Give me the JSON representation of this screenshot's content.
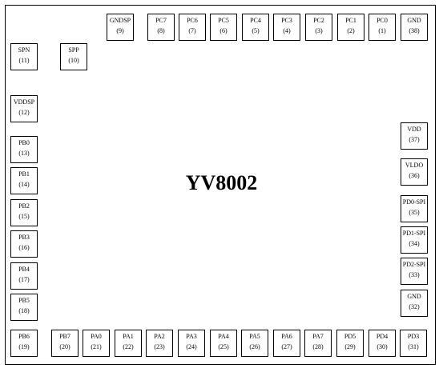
{
  "title": "YV8002",
  "pins": {
    "gndsp": {
      "name": "GNDSP",
      "num": "(9)"
    },
    "pc7": {
      "name": "PC7",
      "num": "(8)"
    },
    "pc6": {
      "name": "PC6",
      "num": "(7)"
    },
    "pc5": {
      "name": "PC5",
      "num": "(6)"
    },
    "pc4": {
      "name": "PC4",
      "num": "(5)"
    },
    "pc3": {
      "name": "PC3",
      "num": "(4)"
    },
    "pc2": {
      "name": "PC2",
      "num": "(3)"
    },
    "pc1": {
      "name": "PC1",
      "num": "(2)"
    },
    "pc0": {
      "name": "PC0",
      "num": "(1)"
    },
    "gnd38": {
      "name": "GND",
      "num": "(38)"
    },
    "spn": {
      "name": "SPN",
      "num": "(11)"
    },
    "spp": {
      "name": "SPP",
      "num": "(10)"
    },
    "vddsp": {
      "name": "VDDSP",
      "num": "(12)"
    },
    "pb0": {
      "name": "PB0",
      "num": "(13)"
    },
    "pb1": {
      "name": "PB1",
      "num": "(14)"
    },
    "pb2": {
      "name": "PB2",
      "num": "(15)"
    },
    "pb3": {
      "name": "PB3",
      "num": "(16)"
    },
    "pb4": {
      "name": "PB4",
      "num": "(17)"
    },
    "pb5": {
      "name": "PB5",
      "num": "(18)"
    },
    "pb6": {
      "name": "PB6",
      "num": "(19)"
    },
    "pb7": {
      "name": "PB7",
      "num": "(20)"
    },
    "pa0": {
      "name": "PA0",
      "num": "(21)"
    },
    "pa1": {
      "name": "PA1",
      "num": "(22)"
    },
    "pa2": {
      "name": "PA2",
      "num": "(23)"
    },
    "pa3": {
      "name": "PA3",
      "num": "(24)"
    },
    "pa4": {
      "name": "PA4",
      "num": "(25)"
    },
    "pa5": {
      "name": "PA5",
      "num": "(26)"
    },
    "pa6": {
      "name": "PA6",
      "num": "(27)"
    },
    "pa7": {
      "name": "PA7",
      "num": "(28)"
    },
    "pd5": {
      "name": "PD5",
      "num": "(29)"
    },
    "pd4": {
      "name": "PD4",
      "num": "(30)"
    },
    "pd3": {
      "name": "PD3",
      "num": "(31)"
    },
    "vdd": {
      "name": "VDD",
      "num": "(37)"
    },
    "vldo": {
      "name": "VLDO",
      "num": "(36)"
    },
    "pd0spi": {
      "name": "PD0-SPI",
      "num": "(35)"
    },
    "pd1spi": {
      "name": "PD1-SPI",
      "num": "(34)"
    },
    "pd2spi": {
      "name": "PD2-SPI",
      "num": "(33)"
    },
    "gnd32": {
      "name": "GND",
      "num": "(32)"
    }
  }
}
